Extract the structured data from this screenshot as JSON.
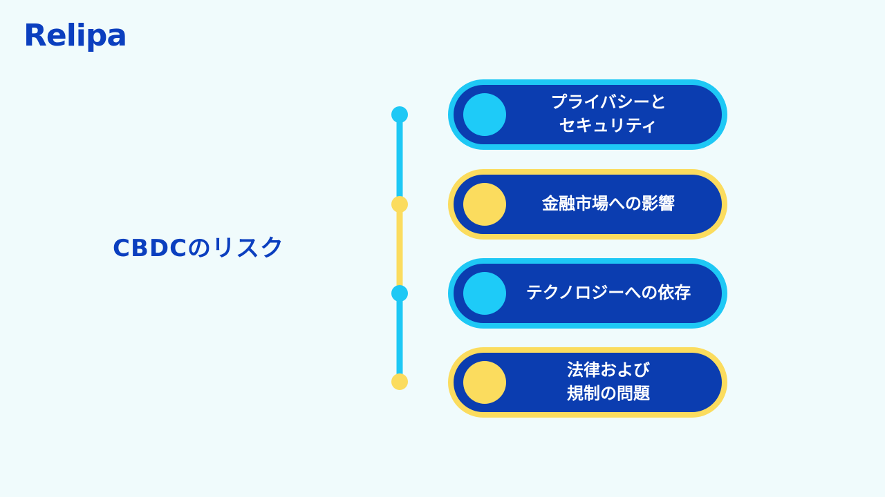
{
  "logo": {
    "text": "Relipa"
  },
  "title": "CBDCのリスク",
  "colors": {
    "background": "#f0fbfc",
    "brand_blue": "#0b3fbf",
    "card_fill": "#0b3db0",
    "cyan": "#1ec8f5",
    "yellow": "#fbdc5e"
  },
  "items": [
    {
      "label": "プライバシーと\nセキュリティ",
      "accent": "cyan"
    },
    {
      "label": "金融市場への影響",
      "accent": "yellow"
    },
    {
      "label": "テクノロジーへの依存",
      "accent": "cyan"
    },
    {
      "label": "法律および\n規制の問題",
      "accent": "yellow"
    }
  ]
}
